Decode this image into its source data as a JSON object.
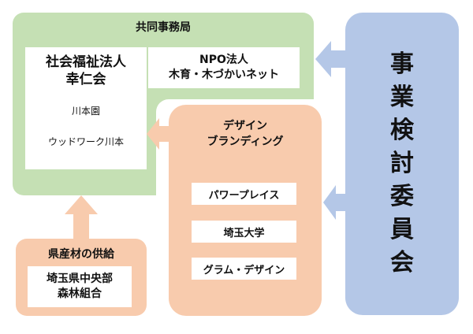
{
  "colors": {
    "green": "#c5e0b4",
    "orange": "#f8cbad",
    "blue": "#b4c7e7"
  },
  "secretariat": {
    "title": "共同事務局",
    "org_name_1": "社会福祉法人",
    "org_name_2": "幸仁会",
    "org_sub_1": "川本園",
    "org_sub_2": "ウッドワーク川本",
    "npo_line_1": "NPO法人",
    "npo_line_2": "木育・木づかいネット"
  },
  "design": {
    "title_line_1": "デザイン",
    "title_line_2": "ブランディング",
    "members": [
      "パワープレイス",
      "埼玉大学",
      "グラム・デザイン"
    ]
  },
  "supply": {
    "title": "県産材の供給",
    "member_line_1": "埼玉県中央部",
    "member_line_2": "森林組合"
  },
  "committee": {
    "chars": [
      "事",
      "業",
      "検",
      "討",
      "委",
      "員",
      "会"
    ]
  }
}
